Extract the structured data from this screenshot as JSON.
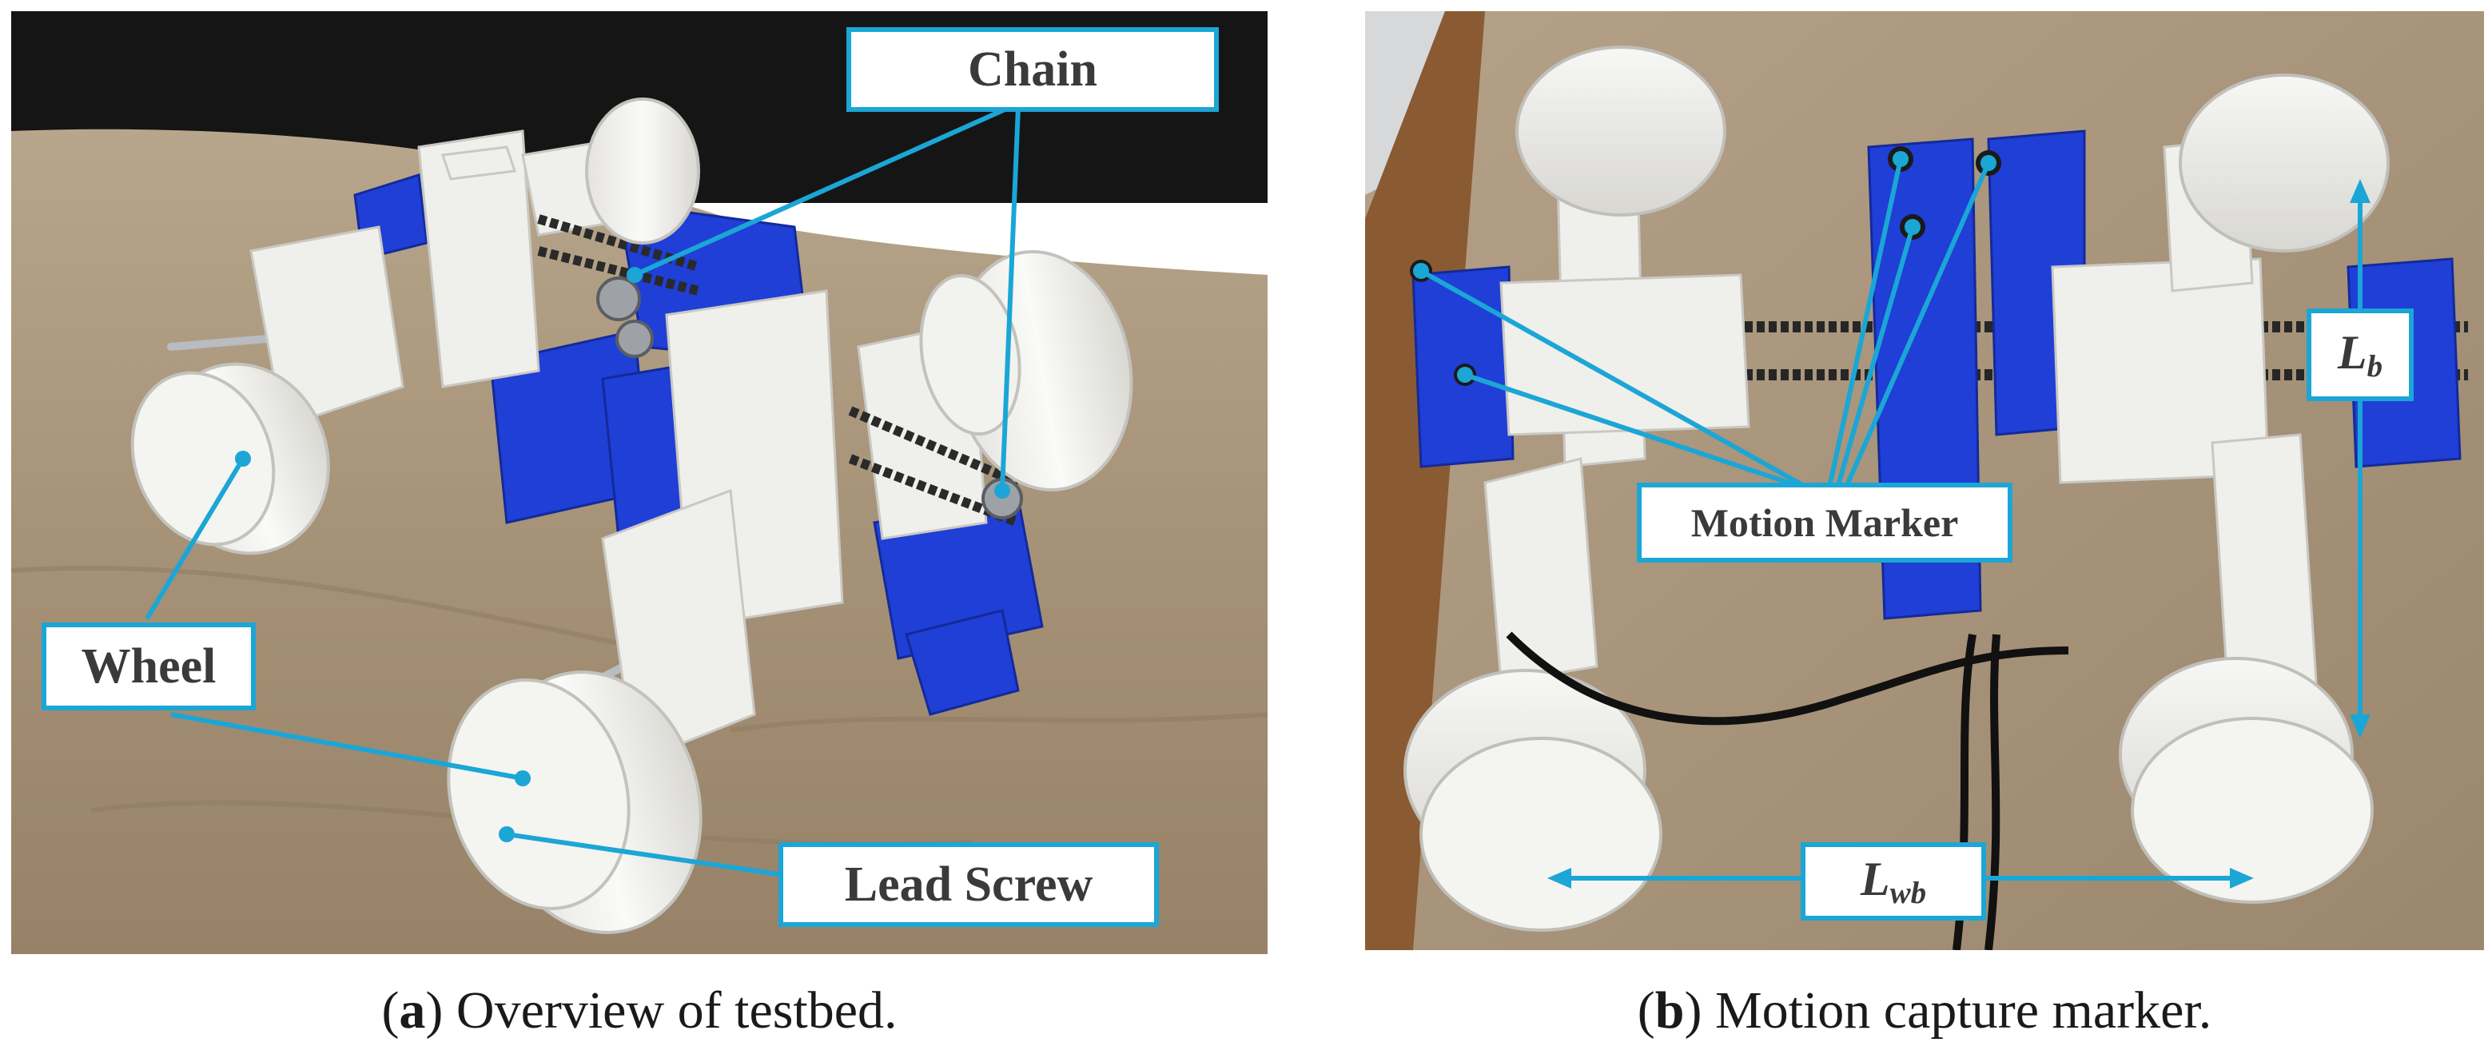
{
  "panel_a": {
    "labels": {
      "chain": "Chain",
      "wheel": "Wheel",
      "lead_screw": "Lead Screw"
    },
    "caption": {
      "letter": "a",
      "text": "Overview of testbed."
    }
  },
  "panel_b": {
    "labels": {
      "motion_marker": "Motion Marker",
      "lb_symbol": "L",
      "lb_subscript": "b",
      "lwb_symbol": "L",
      "lwb_subscript": "wb"
    },
    "caption": {
      "letter": "b",
      "text": "Motion capture marker."
    }
  },
  "colors": {
    "annotation": "#1ba6d6",
    "sand": "#a89478",
    "robot_white": "#efefec",
    "robot_blue": "#1f3fd6",
    "chain": "#2a2a2a"
  },
  "icons": {
    "arrow_head": "triangle-arrow"
  }
}
